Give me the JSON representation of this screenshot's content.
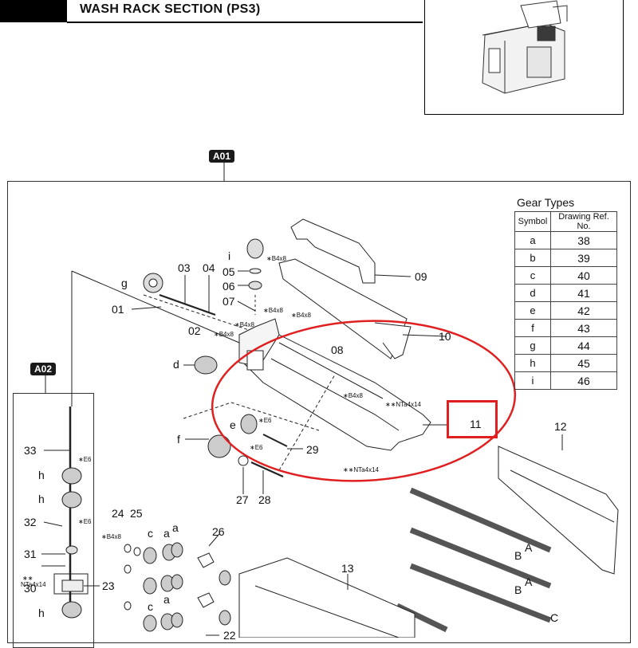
{
  "header": {
    "title": "WASH RACK SECTION (PS3)"
  },
  "tags": {
    "a01": "A01",
    "a02": "A02"
  },
  "gear_table": {
    "title": "Gear Types",
    "col_symbol": "Symbol",
    "col_ref": "Drawing Ref. No.",
    "rows": [
      {
        "sym": "a",
        "ref": "38"
      },
      {
        "sym": "b",
        "ref": "39"
      },
      {
        "sym": "c",
        "ref": "40"
      },
      {
        "sym": "d",
        "ref": "41"
      },
      {
        "sym": "e",
        "ref": "42"
      },
      {
        "sym": "f",
        "ref": "43"
      },
      {
        "sym": "g",
        "ref": "44"
      },
      {
        "sym": "h",
        "ref": "45"
      },
      {
        "sym": "i",
        "ref": "46"
      }
    ]
  },
  "callouts": {
    "c01": "01",
    "c02": "02",
    "c03": "03",
    "c04": "04",
    "c05": "05",
    "c06": "06",
    "c07": "07",
    "c08": "08",
    "c09": "09",
    "c10": "10",
    "c11": "11",
    "c12": "12",
    "c13": "13",
    "c22": "22",
    "c23": "23",
    "c24": "24",
    "c25": "25",
    "c26": "26",
    "c27": "27",
    "c28": "28",
    "c29": "29",
    "c30": "30",
    "c31": "31",
    "c32": "32",
    "c33": "33",
    "g_i": "i",
    "g_g": "g",
    "g_d": "d",
    "g_f": "f",
    "g_h1": "h",
    "g_h2": "h",
    "g_h3": "h",
    "g_c1": "c",
    "g_c2": "c",
    "g_a1": "a",
    "g_a2": "a",
    "g_a3": "a",
    "g_e": "e",
    "lA1": "A",
    "lB1": "B",
    "lA2": "A",
    "lB2": "B",
    "lC": "C"
  },
  "screws": {
    "b4x8_1": "∗B4x8",
    "b4x8_2": "∗B4x8",
    "b4x8_3": "∗B4x8",
    "b4x8_4": "∗B4x8",
    "b4x8_5": "∗B4x8",
    "b4x8_6": "∗B4x8",
    "b4x8_7": "∗B4x8",
    "nta_1": "∗∗NTa4x14",
    "nta_2": "∗∗NTa4x14",
    "nta_3a": "∗∗",
    "nta_3b": "NTa4x14",
    "e6_1": "∗E6",
    "e6_2": "∗E6",
    "e6_3": "∗E6",
    "e6_4": "∗E6"
  }
}
